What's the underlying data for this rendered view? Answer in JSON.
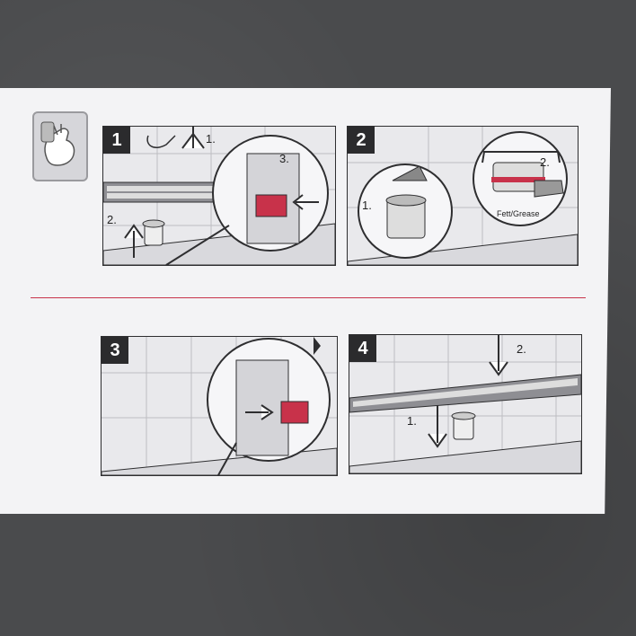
{
  "colors": {
    "accent": "#c8324a",
    "panel_border": "#2e2e30",
    "paper": "#f3f3f5"
  },
  "icons": {
    "header": "hand-touch-icon"
  },
  "panels": [
    {
      "number": "1",
      "steps": [
        "1.",
        "2.",
        "3."
      ]
    },
    {
      "number": "2",
      "steps": [
        "1.",
        "2."
      ],
      "grease_label": "Fett/Grease"
    },
    {
      "number": "3",
      "steps": []
    },
    {
      "number": "4",
      "steps": [
        "1.",
        "2."
      ]
    }
  ]
}
